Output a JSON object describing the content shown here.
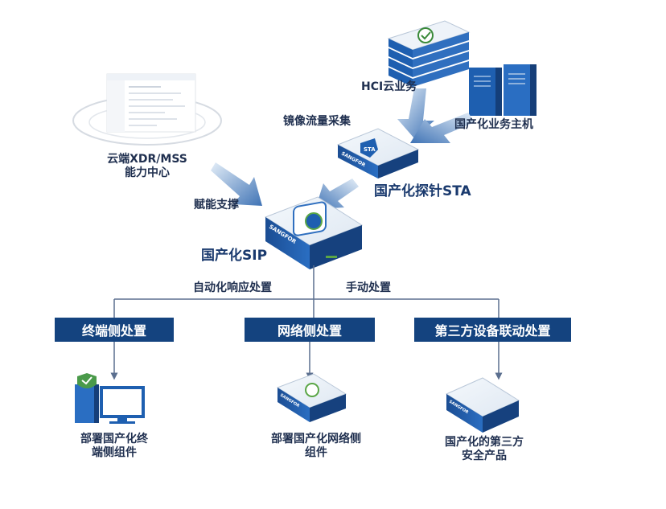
{
  "nodes": {
    "hci_cloud": "HCI云业务",
    "domestic_host": "国产化业务主机",
    "mirror_traffic": "镜像流量采集",
    "cloud_center_line1": "云端XDR/MSS",
    "cloud_center_line2": "能力中心",
    "sta_probe": "国产化探针STA",
    "empower": "赋能支撑",
    "sip": "国产化SIP",
    "auto_response": "自动化响应处置",
    "manual_response": "手动处置"
  },
  "categories": {
    "endpoint": "终端侧处置",
    "network": "网络侧处置",
    "third_party": "第三方设备联动处置"
  },
  "outcomes": {
    "endpoint_line1": "部署国产化终",
    "endpoint_line2": "端侧组件",
    "network_line1": "部署国产化网络侧",
    "network_line2": "组件",
    "third_line1": "国产化的第三方",
    "third_line2": "安全产品"
  },
  "device_labels": {
    "brand": "SANGFOR",
    "sta_badge": "STA"
  },
  "colors": {
    "navy": "#14437f",
    "device_blue": "#1e5fb0",
    "arrow_light": "#c5d9ee",
    "arrow_dark": "#3f73b5",
    "line": "#5b6f8f"
  }
}
